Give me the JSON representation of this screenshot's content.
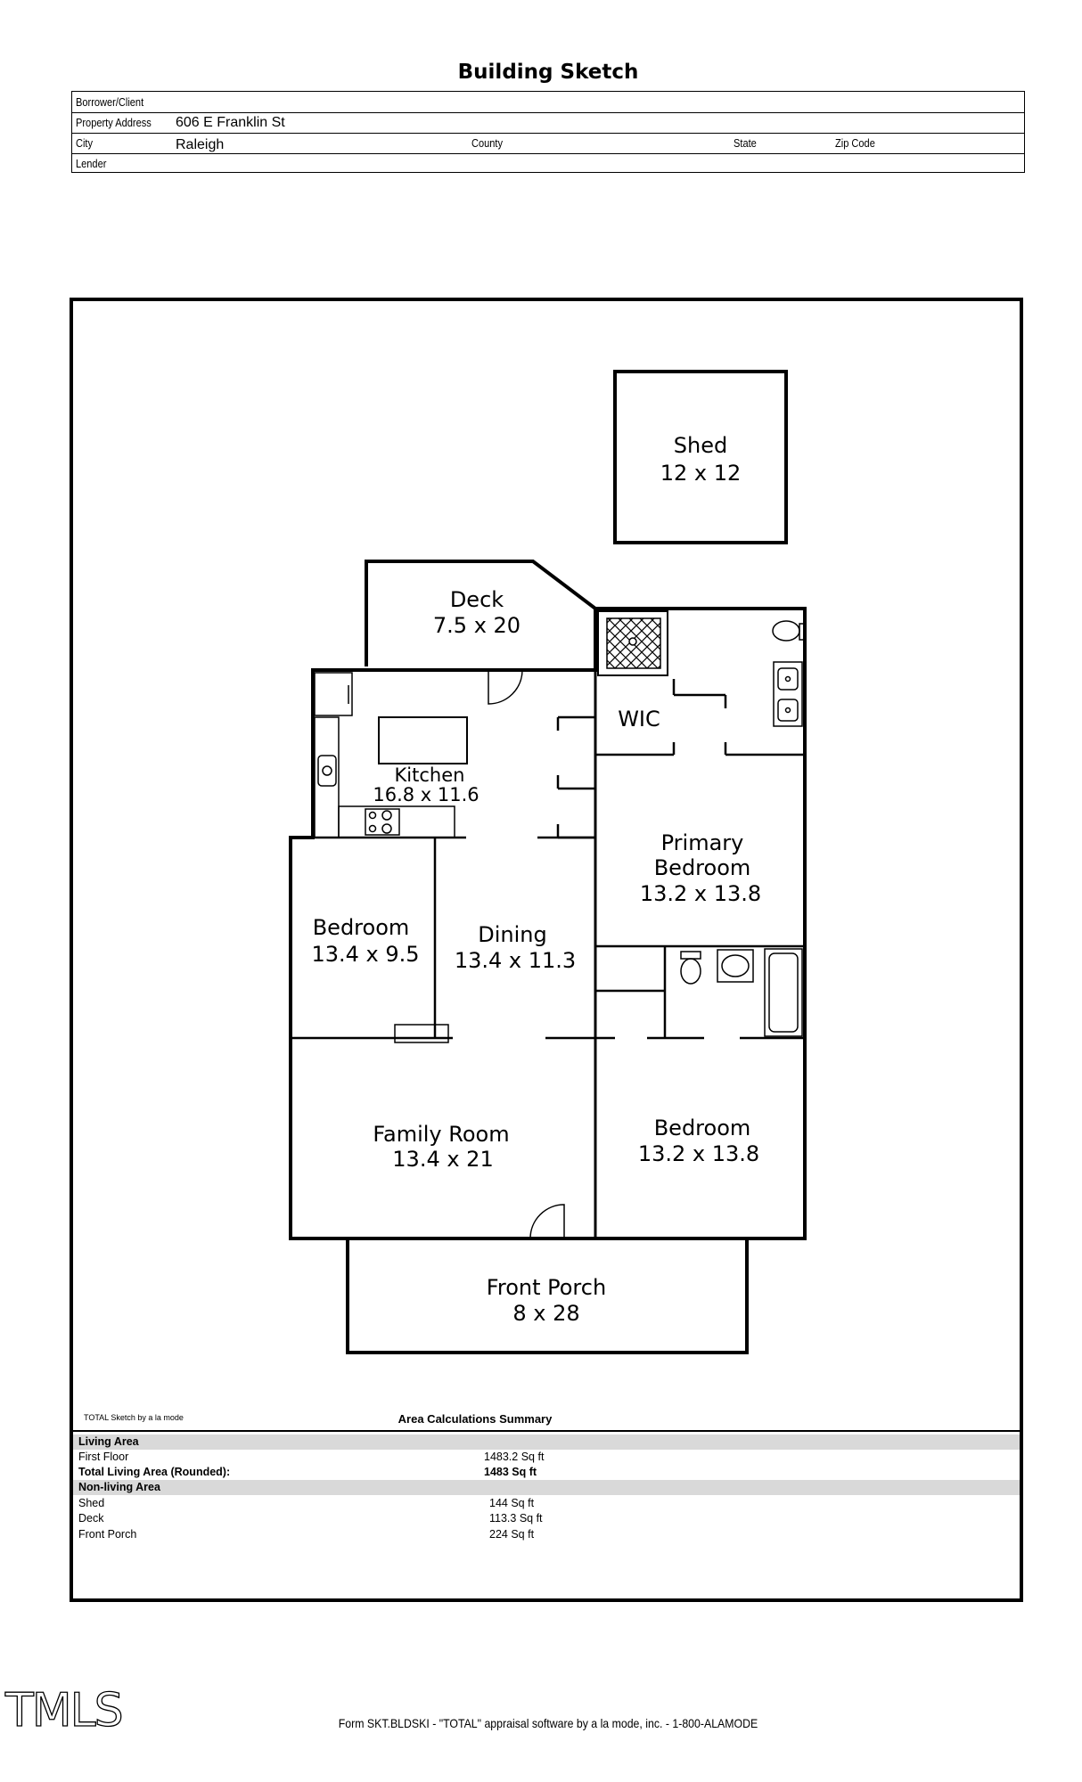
{
  "title": "Building Sketch",
  "info": {
    "borrower_label": "Borrower/Client",
    "borrower_value": "",
    "address_label": "Property Address",
    "address_value": "606 E Franklin St",
    "city_label": "City",
    "city_value": "Raleigh",
    "county_label": "County",
    "state_label": "State",
    "zip_label": "Zip Code",
    "lender_label": "Lender"
  },
  "rooms": {
    "shed": {
      "name": "Shed",
      "dims": "12 x 12"
    },
    "deck": {
      "name": "Deck",
      "dims": "7.5 x 20"
    },
    "kitchen": {
      "name": "Kitchen",
      "dims": "16.8 x 11.6"
    },
    "wic": {
      "name": "WIC"
    },
    "primary_bedroom": {
      "name_line1": "Primary",
      "name_line2": "Bedroom",
      "dims": "13.2 x 13.8"
    },
    "bedroom_left": {
      "name": "Bedroom",
      "dims": "13.4 x 9.5"
    },
    "dining": {
      "name": "Dining",
      "dims": "13.4 x 11.3"
    },
    "family_room": {
      "name": "Family Room",
      "dims": "13.4 x 21"
    },
    "bedroom_right": {
      "name": "Bedroom",
      "dims": "13.2 x 13.8"
    },
    "front_porch": {
      "name": "Front Porch",
      "dims": "8 x 28"
    }
  },
  "credit": "TOTAL Sketch by a la mode",
  "calc": {
    "title": "Area Calculations Summary",
    "living_header": "Living Area",
    "first_floor_label": "First Floor",
    "first_floor_value": "1483.2 Sq ft",
    "total_label": "Total Living Area (Rounded):",
    "total_value": "1483 Sq ft",
    "nonliving_header": "Non-living Area",
    "shed_label": "Shed",
    "shed_value": "144 Sq ft",
    "deck_label": "Deck",
    "deck_value": "113.3 Sq ft",
    "porch_label": "Front Porch",
    "porch_value": "224 Sq ft"
  },
  "logo_text": "TMLS",
  "footer": "Form SKT.BLDSKI - \"TOTAL\" appraisal software by a la mode, inc. - 1-800-ALAMODE"
}
